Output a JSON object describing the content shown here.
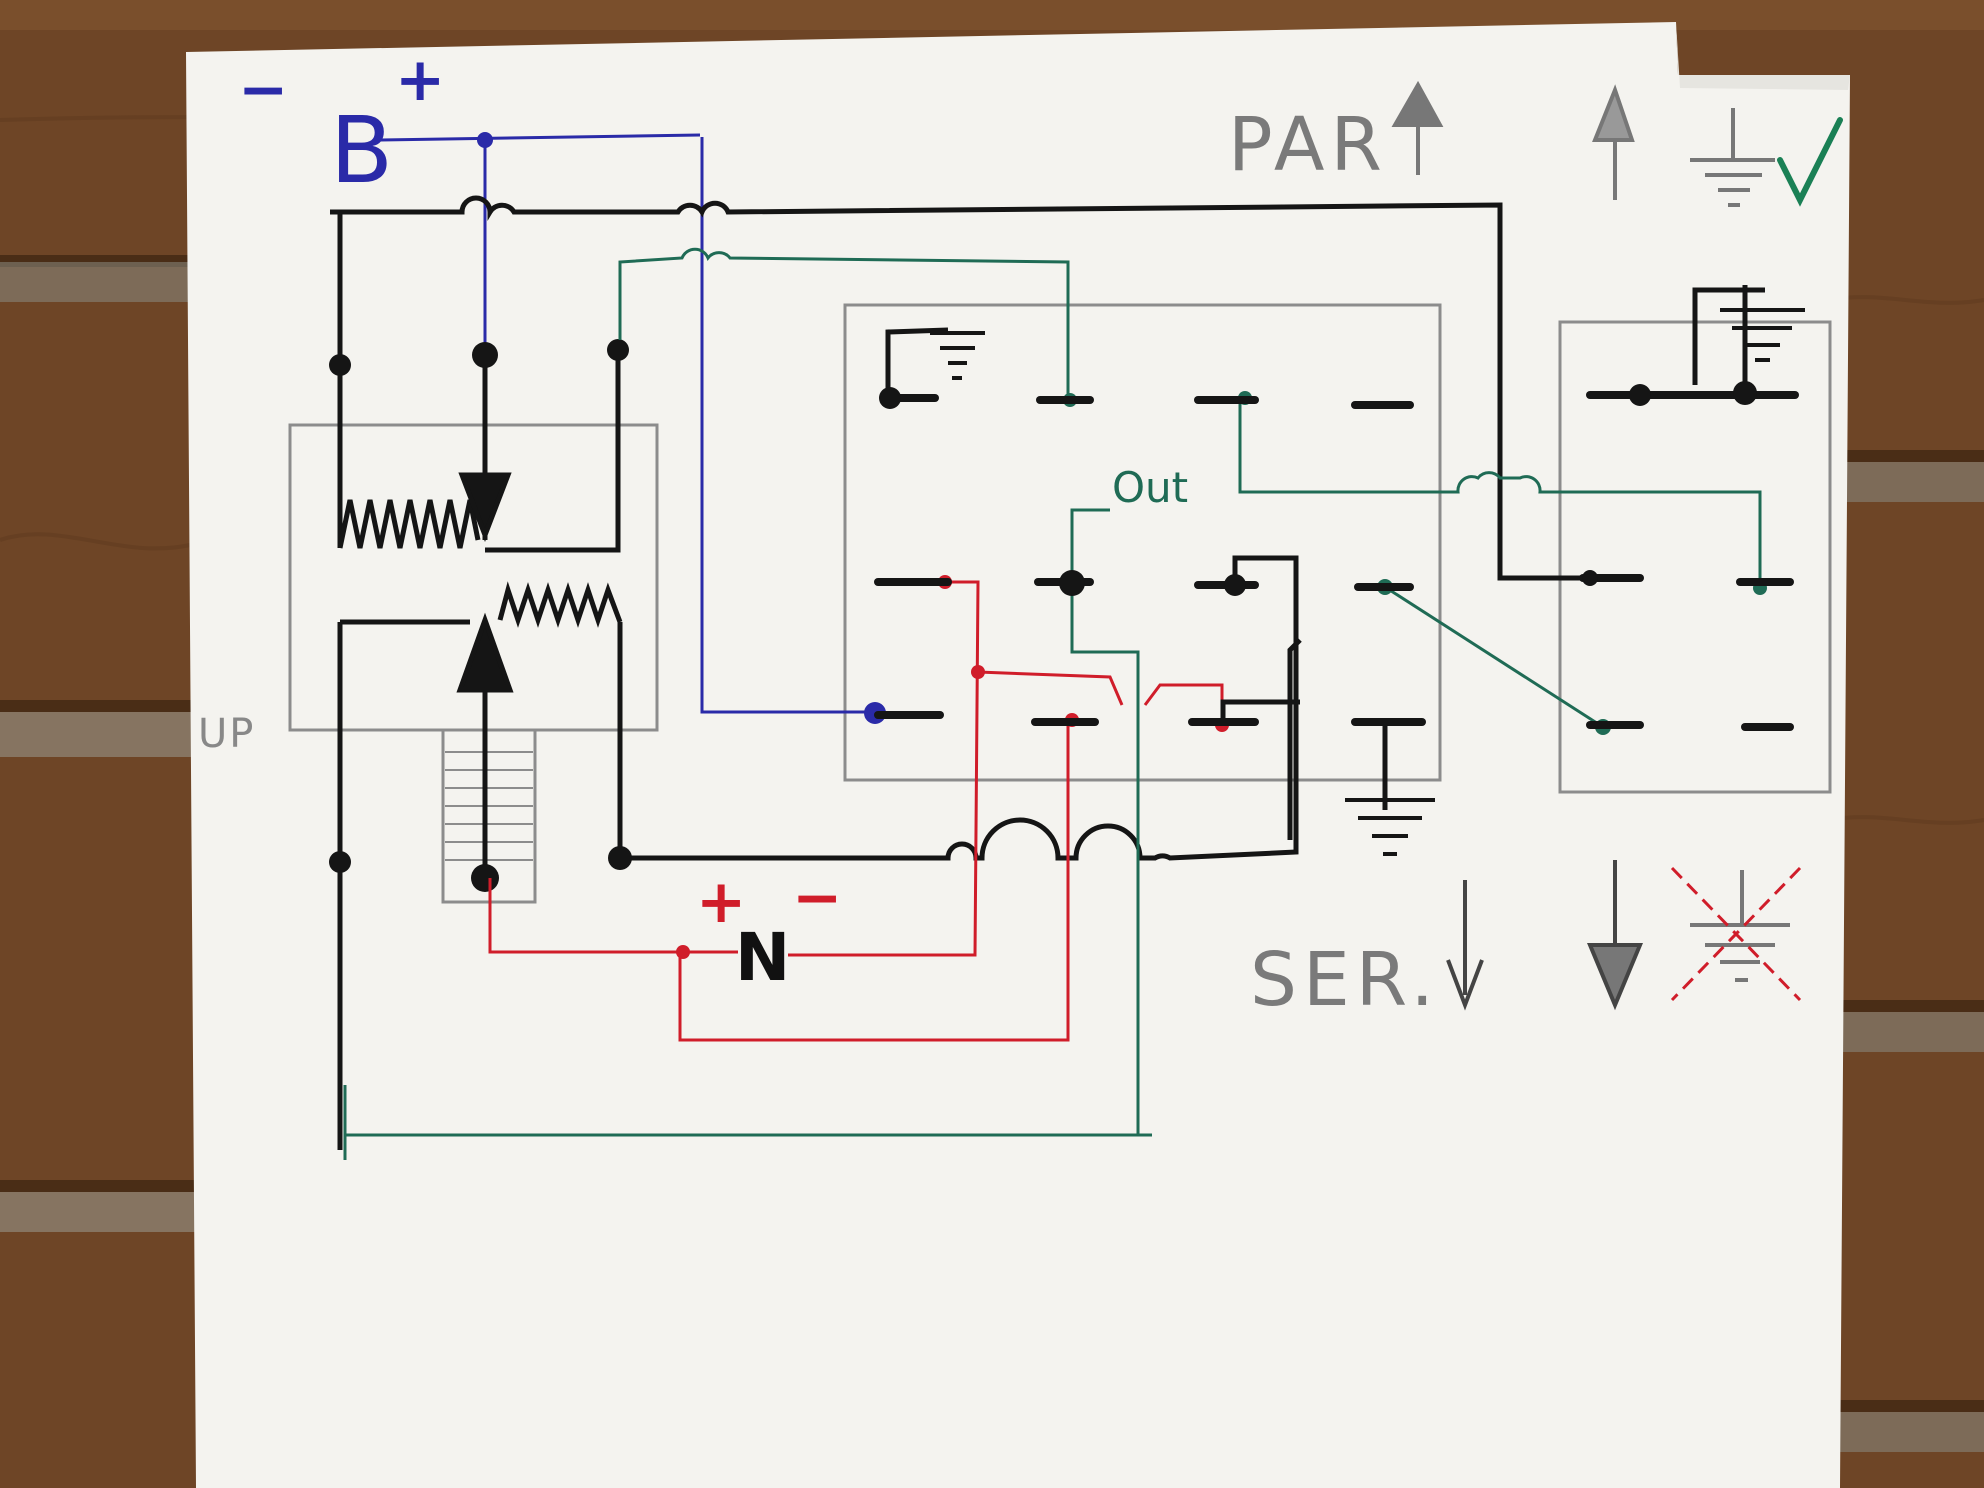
{
  "labels": {
    "battery": "B",
    "battery_neg": "−",
    "battery_pos": "+",
    "part": "PAR",
    "ser": "SER.",
    "up": "UP",
    "out": "Out",
    "coil": "N",
    "coil_pos": "+",
    "coil_neg": "−"
  },
  "colors": {
    "wood": "#6e4526",
    "paper": "#f4f3ef",
    "ink_black": "#151515",
    "ink_blue": "#2a2aa8",
    "ink_green": "#1f6b55",
    "ink_red": "#d01d2a",
    "pencil": "#8c8c8c"
  },
  "icons": [
    "up-arrow-icon",
    "down-arrow-icon",
    "ground-icon",
    "check-icon",
    "cross-icon"
  ]
}
